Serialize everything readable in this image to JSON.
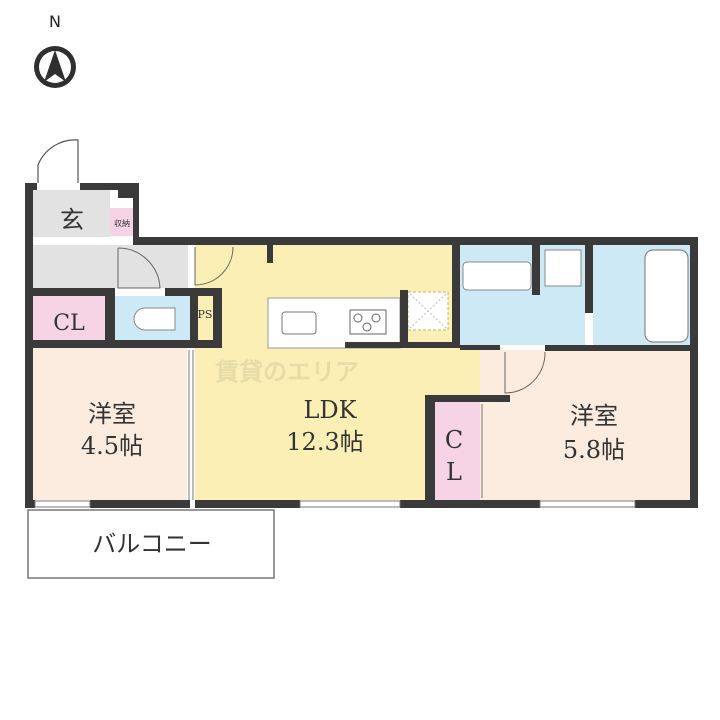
{
  "compass": {
    "north_label": "N",
    "icon": "north-arrow-icon"
  },
  "rooms": {
    "entrance": {
      "label": "玄"
    },
    "storage": {
      "label": "収納"
    },
    "closet_left": {
      "label": "CL"
    },
    "pipe_space": {
      "label": "PS"
    },
    "western_room_small": {
      "label": "洋室",
      "size": "4.5帖"
    },
    "ldk": {
      "label": "LDK",
      "size": "12.3帖"
    },
    "closet_right": {
      "label_top": "C",
      "label_bottom": "L"
    },
    "western_room_large": {
      "label": "洋室",
      "size": "5.8帖"
    },
    "balcony": {
      "label": "バルコニー"
    }
  },
  "watermark": "賃貸のエリア",
  "colors": {
    "wall": "#3b3a3a",
    "ldk": "#fcefb6",
    "bedroom": "#fcebdf",
    "closet": "#f6d4e5",
    "water": "#cde9f6",
    "entrance": "#e2e2e2"
  }
}
